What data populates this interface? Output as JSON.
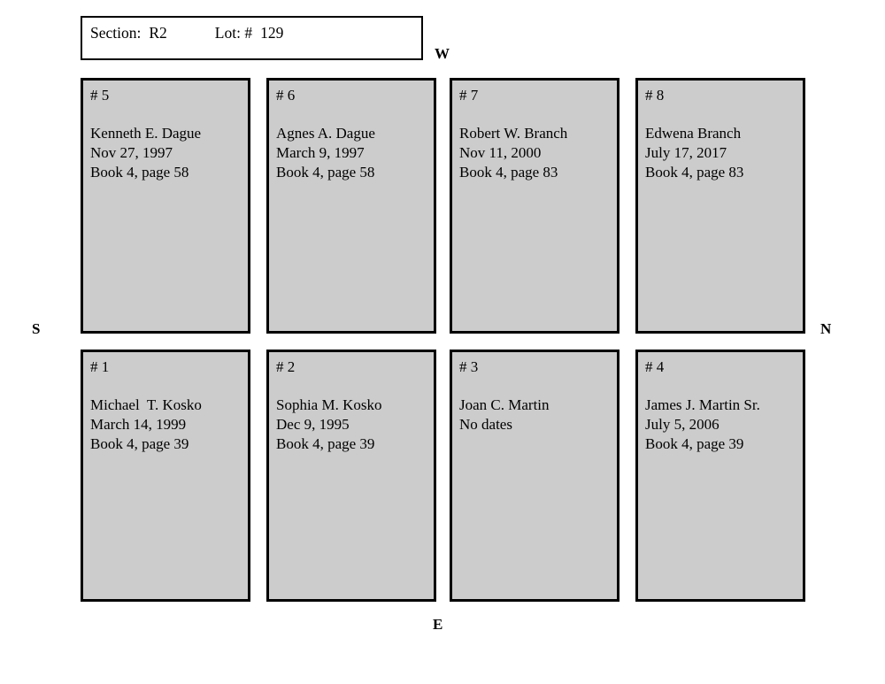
{
  "header": {
    "section_label": "Section:",
    "section_value": "R2",
    "lot_label": "Lot: #",
    "lot_value": "129"
  },
  "compass": {
    "west": "W",
    "east": "E",
    "south": "S",
    "north": "N"
  },
  "plots": [
    {
      "number": "# 5",
      "name": "Kenneth E. Dague",
      "date": "Nov 27, 1997",
      "record": "Book 4, page 58"
    },
    {
      "number": "# 6",
      "name": "Agnes A. Dague",
      "date": "March 9, 1997",
      "record": "Book 4, page 58"
    },
    {
      "number": "# 7",
      "name": "Robert W. Branch",
      "date": "Nov 11, 2000",
      "record": "Book 4, page 83"
    },
    {
      "number": "# 8",
      "name": "Edwena Branch",
      "date": "July 17, 2017",
      "record": "Book 4, page 83"
    },
    {
      "number": "# 1",
      "name": "Michael  T. Kosko",
      "date": "March 14, 1999",
      "record": "Book 4, page 39"
    },
    {
      "number": "# 2",
      "name": "Sophia M. Kosko",
      "date": "Dec 9, 1995",
      "record": "Book 4, page 39"
    },
    {
      "number": "# 3",
      "name": "Joan C. Martin",
      "date": "No dates",
      "record": ""
    },
    {
      "number": "# 4",
      "name": "James J. Martin Sr.",
      "date": "July 5, 2006",
      "record": "Book 4, page 39"
    }
  ],
  "colors": {
    "plot_fill": "#cccccc",
    "border": "#000000",
    "page_background": "#ffffff"
  }
}
